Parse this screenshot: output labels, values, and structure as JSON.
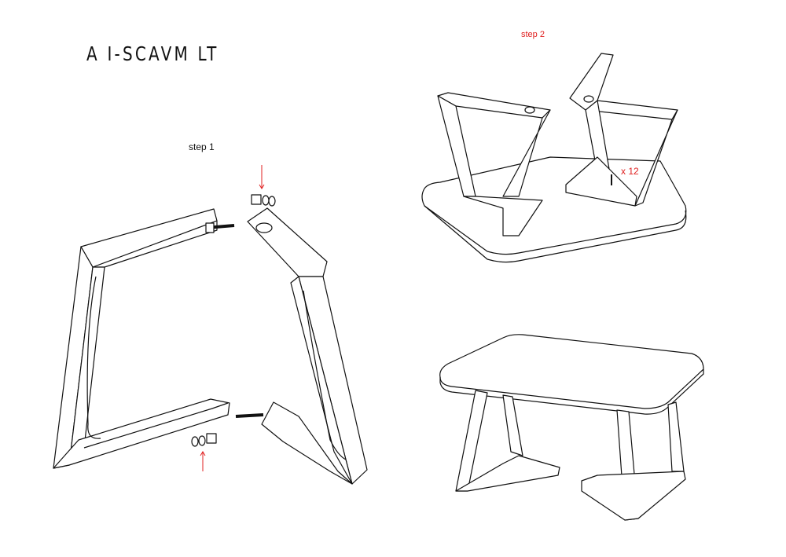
{
  "title": "A I-SCAVM LT",
  "steps": [
    {
      "label": "step 1"
    },
    {
      "label": "step 2",
      "annotation": "x 12"
    }
  ],
  "colors": {
    "line": "#111111",
    "annotation": "#e02020"
  }
}
